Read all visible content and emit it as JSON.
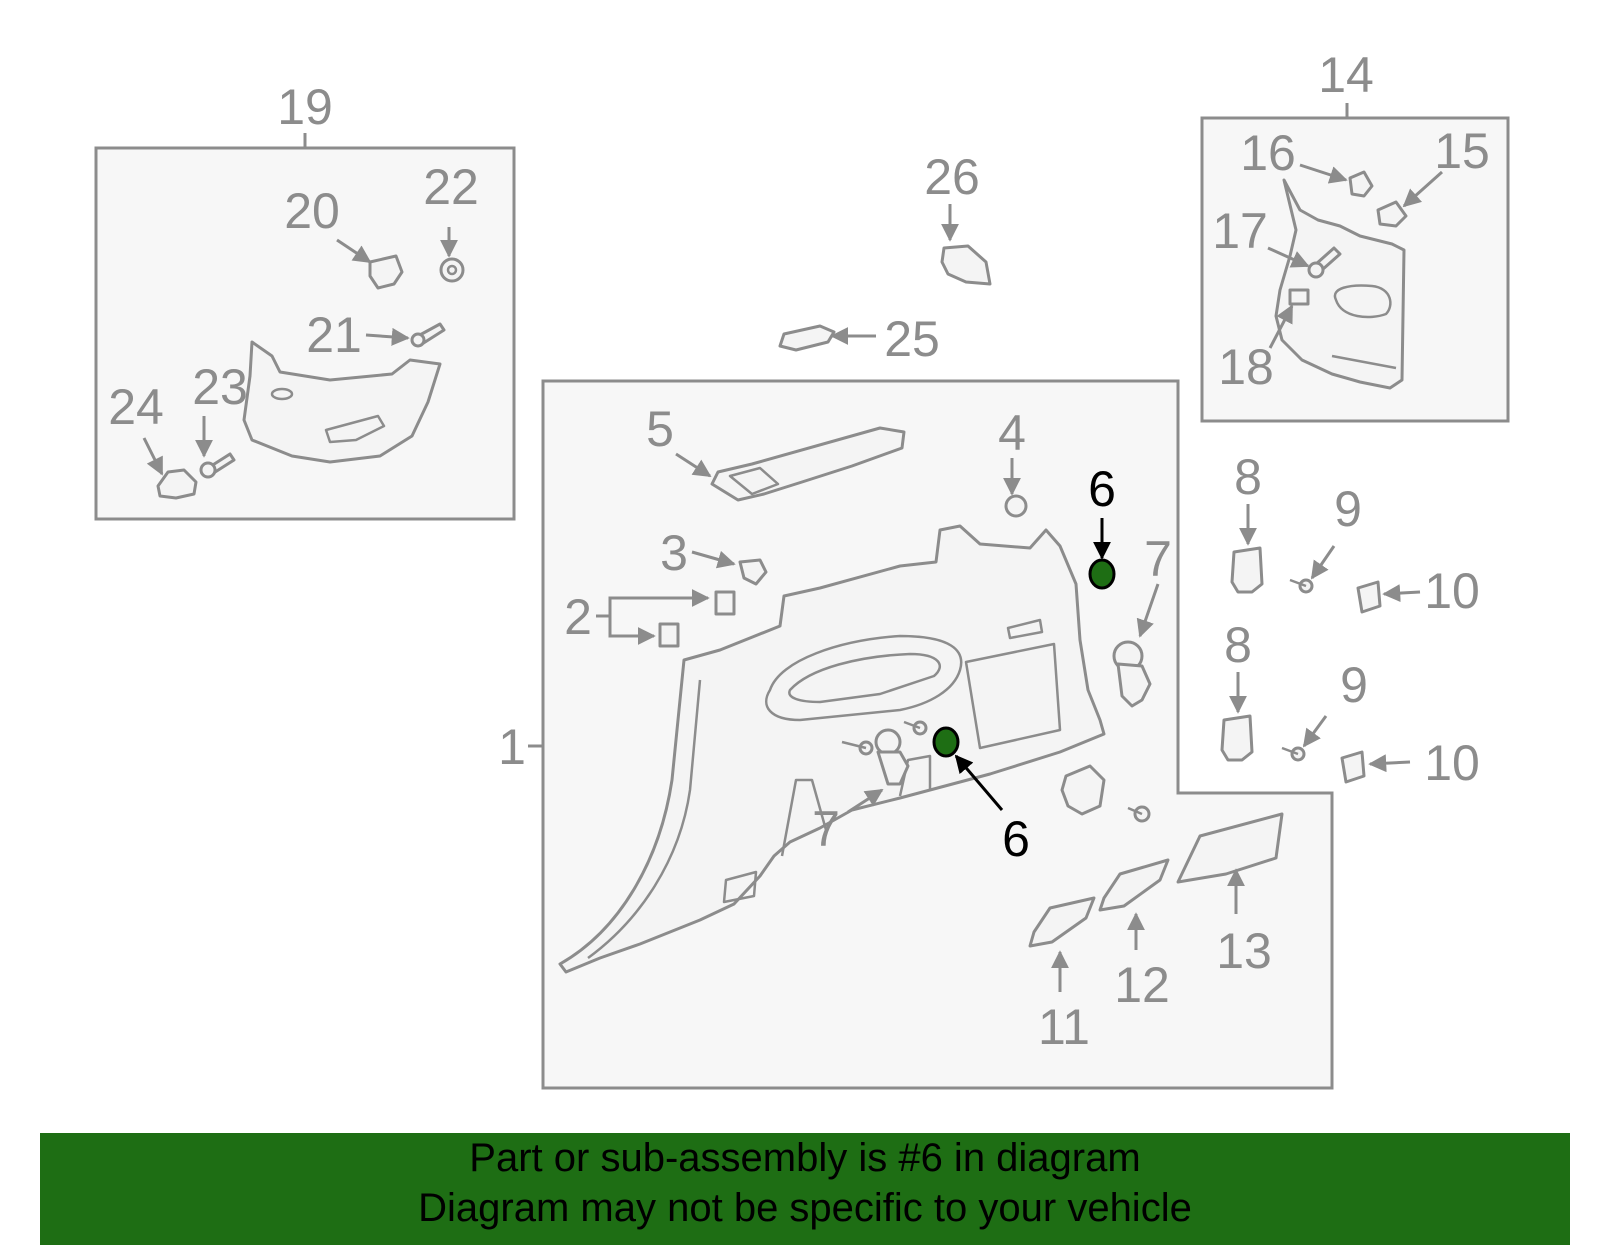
{
  "colors": {
    "highlight": "#1e6e14",
    "banner": "#1e6e14",
    "parts": "#8c8c8c",
    "box_fill": "#f7f7f7"
  },
  "highlighted_part": "6",
  "callouts": {
    "c1": "1",
    "c2": "2",
    "c3": "3",
    "c4": "4",
    "c5": "5",
    "c6a": "6",
    "c6b": "6",
    "c7a": "7",
    "c7b": "7",
    "c8a": "8",
    "c8b": "8",
    "c9a": "9",
    "c9b": "9",
    "c10a": "10",
    "c10b": "10",
    "c11": "11",
    "c12": "12",
    "c13": "13",
    "c14": "14",
    "c15": "15",
    "c16": "16",
    "c17": "17",
    "c18": "18",
    "c19": "19",
    "c20": "20",
    "c21": "21",
    "c22": "22",
    "c23": "23",
    "c24": "24",
    "c25": "25",
    "c26": "26"
  },
  "banner": {
    "line1": "Part or sub-assembly is #6 in diagram",
    "line2": "Diagram may not be specific to your vehicle"
  }
}
